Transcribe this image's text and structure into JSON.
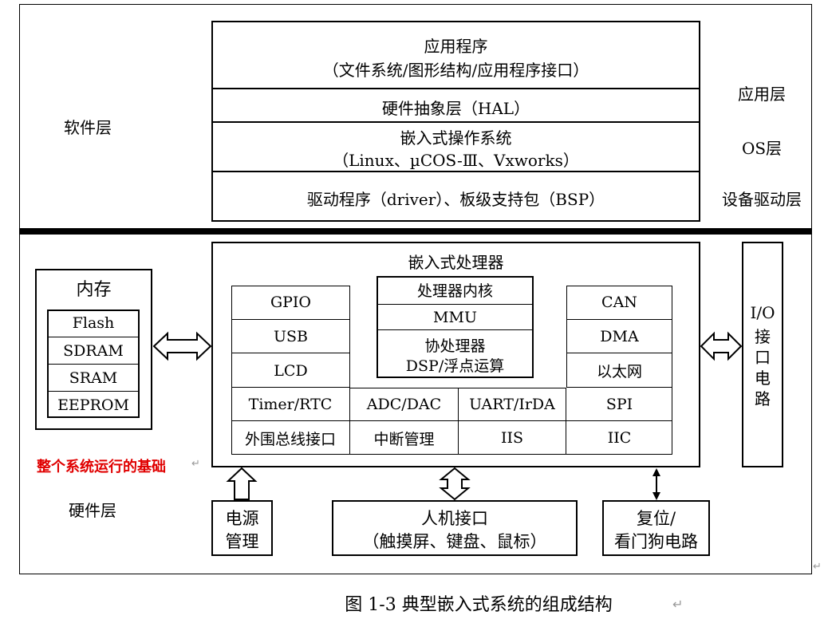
{
  "software": {
    "layer_label": "软件层",
    "app_title": "应用程序",
    "app_sub": "（文件系统/图形结构/应用程序接口）",
    "hal": "硬件抽象层（HAL）",
    "os_title": "嵌入式操作系统",
    "os_sub": "（Linux、µCOS-Ⅲ、Vxworks）",
    "driver": "驱动程序（driver）、板级支持包（BSP）",
    "right_app": "应用层",
    "right_os": "OS层",
    "right_drv": "设备驱动层"
  },
  "hardware": {
    "layer_label": "硬件层",
    "memory": {
      "title": "内存",
      "items": [
        "Flash",
        "SDRAM",
        "SRAM",
        "EEPROM"
      ]
    },
    "foundation_note": "整个系统运行的基础",
    "processor": {
      "title": "嵌入式处理器",
      "left_col": [
        "GPIO",
        "USB",
        "LCD"
      ],
      "core": {
        "core_label": "处理器内核",
        "mmu": "MMU",
        "coproc": "协处理器",
        "dsp": "DSP/浮点运算"
      },
      "right_col": [
        "CAN",
        "DMA",
        "以太网"
      ],
      "row4": [
        "Timer/RTC",
        "ADC/DAC",
        "UART/IrDA",
        "SPI"
      ],
      "row5": [
        "外围总线接口",
        "中断管理",
        "IIS",
        "IIC"
      ]
    },
    "io": {
      "chars": [
        "I/O",
        "接",
        "口",
        "电",
        "路"
      ]
    },
    "power": {
      "line1": "电源",
      "line2": "管理"
    },
    "hmi": {
      "line1": "人机接口",
      "line2": "（触摸屏、键盘、鼠标）"
    },
    "reset": {
      "line1": "复位/",
      "line2": "看门狗电路"
    }
  },
  "caption": "图 1-3  典型嵌入式系统的组成结构",
  "colors": {
    "note": "#e00000",
    "line": "#000000"
  }
}
